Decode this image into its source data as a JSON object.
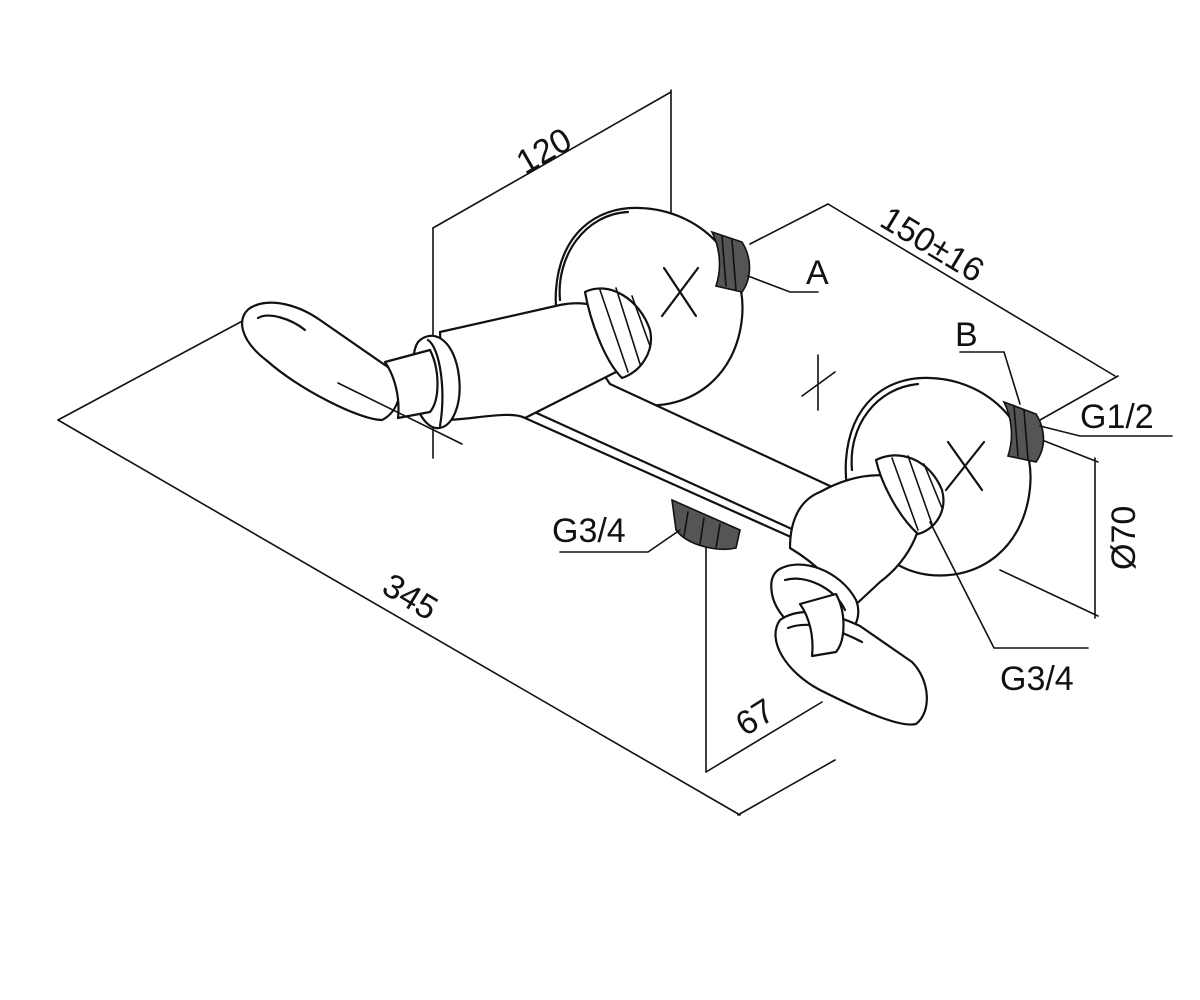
{
  "dimensions": {
    "width_top": "120",
    "spacing": "150±16",
    "overall_length": "345",
    "depth": "67",
    "rosette_diameter": "Ø70"
  },
  "callouts": {
    "a": "A",
    "b": "B",
    "g12": "G1/2",
    "g34_left": "G3/4",
    "g34_right": "G3/4"
  },
  "colors": {
    "line": "#111111",
    "thread": "#555555",
    "background": "#ffffff"
  }
}
